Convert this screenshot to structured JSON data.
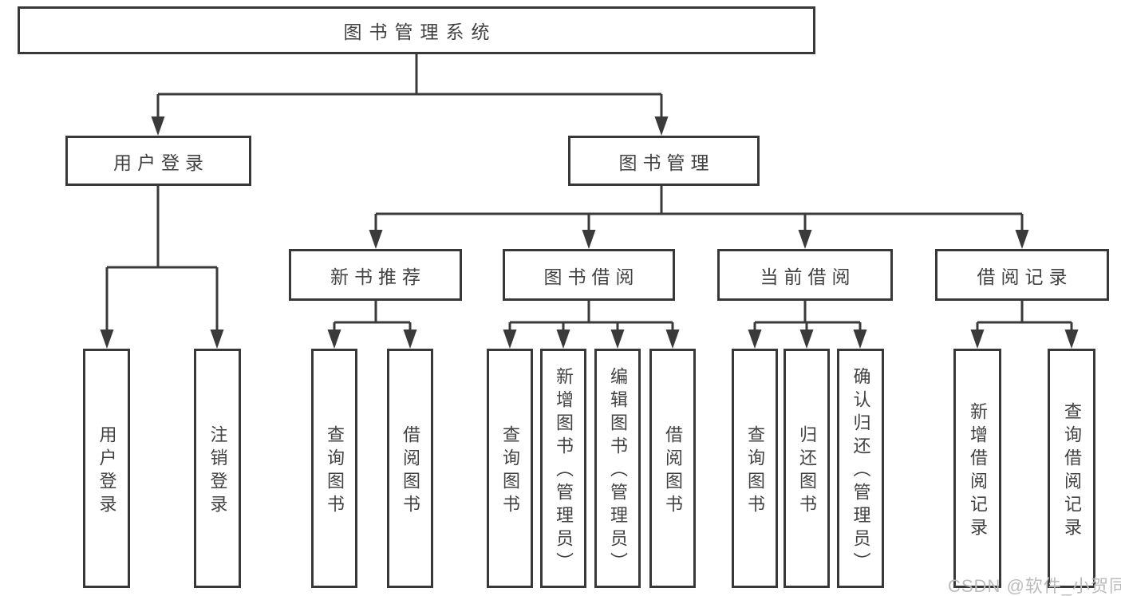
{
  "diagram": {
    "title": "图书管理系统",
    "nodes": {
      "root": "图书管理系统",
      "user_login": "用户登录",
      "book_mgmt": "图书管理",
      "new_book_rec": "新书推荐",
      "book_borrow": "图书借阅",
      "current_borrow": "当前借阅",
      "borrow_records": "借阅记录",
      "ul_user_login": "用户登录",
      "ul_logout": "注销登录",
      "nb_query_books": "查询图书",
      "nb_borrow_books": "借阅图书",
      "bb_query_books": "查询图书",
      "bb_add_books": "新增图书（管理员）",
      "bb_edit_books": "编辑图书（管理员）",
      "bb_borrow_books": "借阅图书",
      "cb_query_books": "查询图书",
      "cb_return_books": "归还图书",
      "cb_confirm_return": "确认归还（管理员）",
      "br_add_record": "新增借阅记录",
      "br_query_record": "查询借阅记录"
    },
    "watermark": "CSDN @软件_小贺同学",
    "colors": {
      "line": "#3a3a3a",
      "box_border": "#383838",
      "text": "#424242",
      "background": "#ffffff",
      "watermark": "#bcbcbc"
    }
  }
}
